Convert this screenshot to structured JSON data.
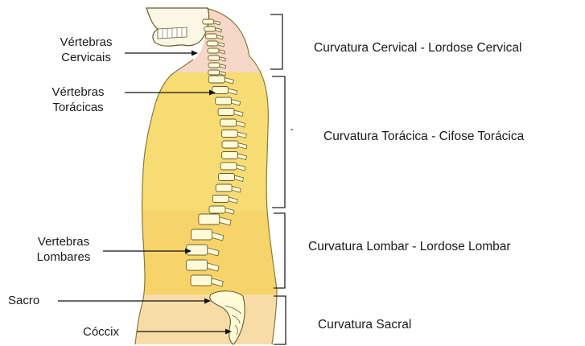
{
  "labels": {
    "cervical_vertebrae": [
      "Vértebras",
      "Cervicais"
    ],
    "thoracic_vertebrae": [
      "Vértebras",
      "Torácicas"
    ],
    "lumbar_vertebrae": [
      "Vertebras",
      "Lombares"
    ],
    "sacrum": "Sacro",
    "coccyx": "Cóccix"
  },
  "curvatures": {
    "cervical": "Curvatura Cervical - Lordose Cervical",
    "thoracic": "Curvatura Torácica - Cifose Torácica",
    "lumbar": "Curvatura Lombar - Lordose Lombar",
    "sacral": "Curvatura Sacral"
  },
  "colors": {
    "cervical_region": "#f6d7c8",
    "thoracic_region": "#f7dc74",
    "lumbar_region": "#f7d46a",
    "sacral_region": "#f8dca8",
    "vertebra_fill": "#fffbd9",
    "vertebra_stroke": "#6a5b2a",
    "body_outline": "#8a7a3a",
    "label_text": "#1a1a1a"
  }
}
